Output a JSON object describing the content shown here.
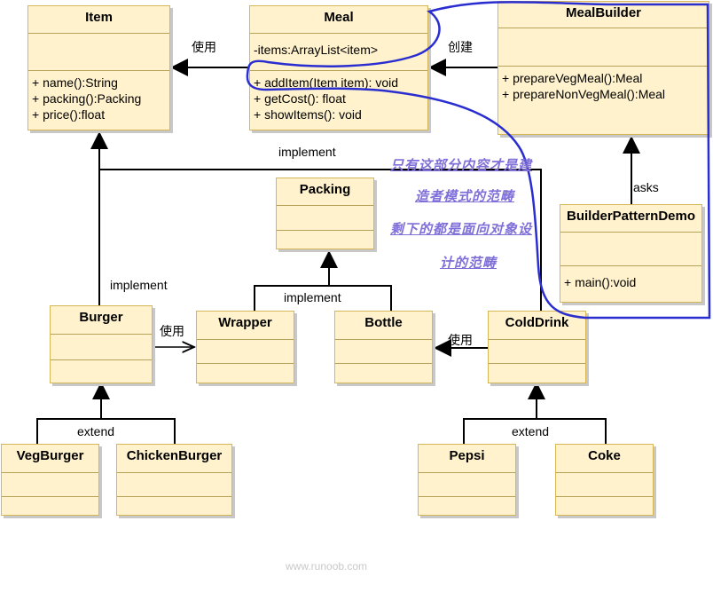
{
  "classes": {
    "item": {
      "name": "Item",
      "ops": [
        "+ name():String",
        "+ packing():Packing",
        "+ price():float"
      ]
    },
    "meal": {
      "name": "Meal",
      "attrs": [
        "-items:ArrayList<item>"
      ],
      "ops": [
        "+ addItem(Item item): void",
        "+ getCost(): float",
        "+ showItems(): void"
      ]
    },
    "mealbuilder": {
      "name": "MealBuilder",
      "ops": [
        "+ prepareVegMeal():Meal",
        "+ prepareNonVegMeal():Meal"
      ]
    },
    "packing": {
      "name": "Packing"
    },
    "builderdemo": {
      "name": "BuilderPatternDemo",
      "ops": [
        "+ main():void"
      ]
    },
    "burger": {
      "name": "Burger"
    },
    "wrapper": {
      "name": "Wrapper"
    },
    "bottle": {
      "name": "Bottle"
    },
    "colddrink": {
      "name": "ColdDrink"
    },
    "vegburger": {
      "name": "VegBurger"
    },
    "chickenburger": {
      "name": "ChickenBurger"
    },
    "pepsi": {
      "name": "Pepsi"
    },
    "coke": {
      "name": "Coke"
    }
  },
  "labels": {
    "use_meal_item": "使用",
    "create": "创建",
    "implement_top": "implement",
    "asks": "asks",
    "implement_burger": "implement",
    "implement_packing": "implement",
    "use_burger_wrapper": "使用",
    "use_colddrink_bottle": "使用",
    "extend_burger": "extend",
    "extend_drink": "extend"
  },
  "annotation": {
    "lines": [
      "只有这部分内容才是建",
      "造者模式的范畴",
      "剩下的都是面向对象设",
      "计的范畴"
    ],
    "color": "#7f6fd8"
  },
  "highlight_color": "#2a2ed0",
  "watermark": "www.runoob.com"
}
